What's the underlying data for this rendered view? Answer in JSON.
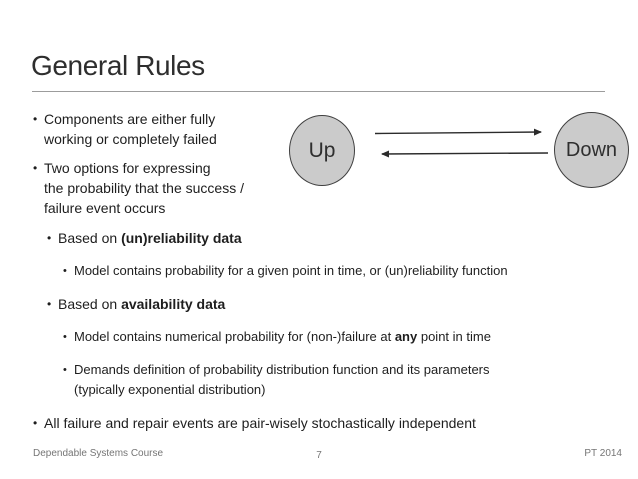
{
  "title": "General Rules",
  "bullets": [
    {
      "level": 1,
      "lines": [
        [
          {
            "t": "Components are either fully"
          }
        ],
        [
          {
            "t": "working or completely failed"
          }
        ]
      ]
    },
    {
      "level": 1,
      "lines": [
        [
          {
            "t": "Two options for expressing"
          }
        ],
        [
          {
            "t": "the probability that the success /"
          }
        ],
        [
          {
            "t": "failure event occurs"
          }
        ]
      ]
    },
    {
      "level": 2,
      "lines": [
        [
          {
            "t": "Based on "
          },
          {
            "t": "(un)reliability data",
            "b": true
          }
        ]
      ]
    },
    {
      "level": 3,
      "lines": [
        [
          {
            "t": "Model contains probability for a given point in time, or (un)reliability function"
          }
        ]
      ]
    },
    {
      "level": 2,
      "lines": [
        [
          {
            "t": "Based on "
          },
          {
            "t": "availability data",
            "b": true
          }
        ]
      ]
    },
    {
      "level": 3,
      "lines": [
        [
          {
            "t": "Model contains numerical probability for (non-)failure at "
          },
          {
            "t": "any",
            "b": true
          },
          {
            "t": " point in time"
          }
        ]
      ]
    },
    {
      "level": 3,
      "lines": [
        [
          {
            "t": "Demands definition of probability distribution function and its parameters"
          }
        ],
        [
          {
            "t": "(typically exponential distribution)"
          }
        ]
      ]
    },
    {
      "level": 1,
      "lines": [
        [
          {
            "t": "All failure and repair events are pair-wisely stochastically independent"
          }
        ]
      ]
    }
  ],
  "diagram": {
    "up_label": "Up",
    "down_label": "Down"
  },
  "footer": {
    "course": "Dependable Systems Course",
    "page_number": "7",
    "term": "PT 2014"
  },
  "colors": {
    "background": "#ffffff",
    "text": "#1e1e1e",
    "title": "#2e2e2e",
    "divider": "#9c9c9c",
    "state_fill": "#cbcbcb",
    "state_border": "#3f3f3f",
    "arrow": "#2b2b2b",
    "footer_text": "#757575"
  }
}
